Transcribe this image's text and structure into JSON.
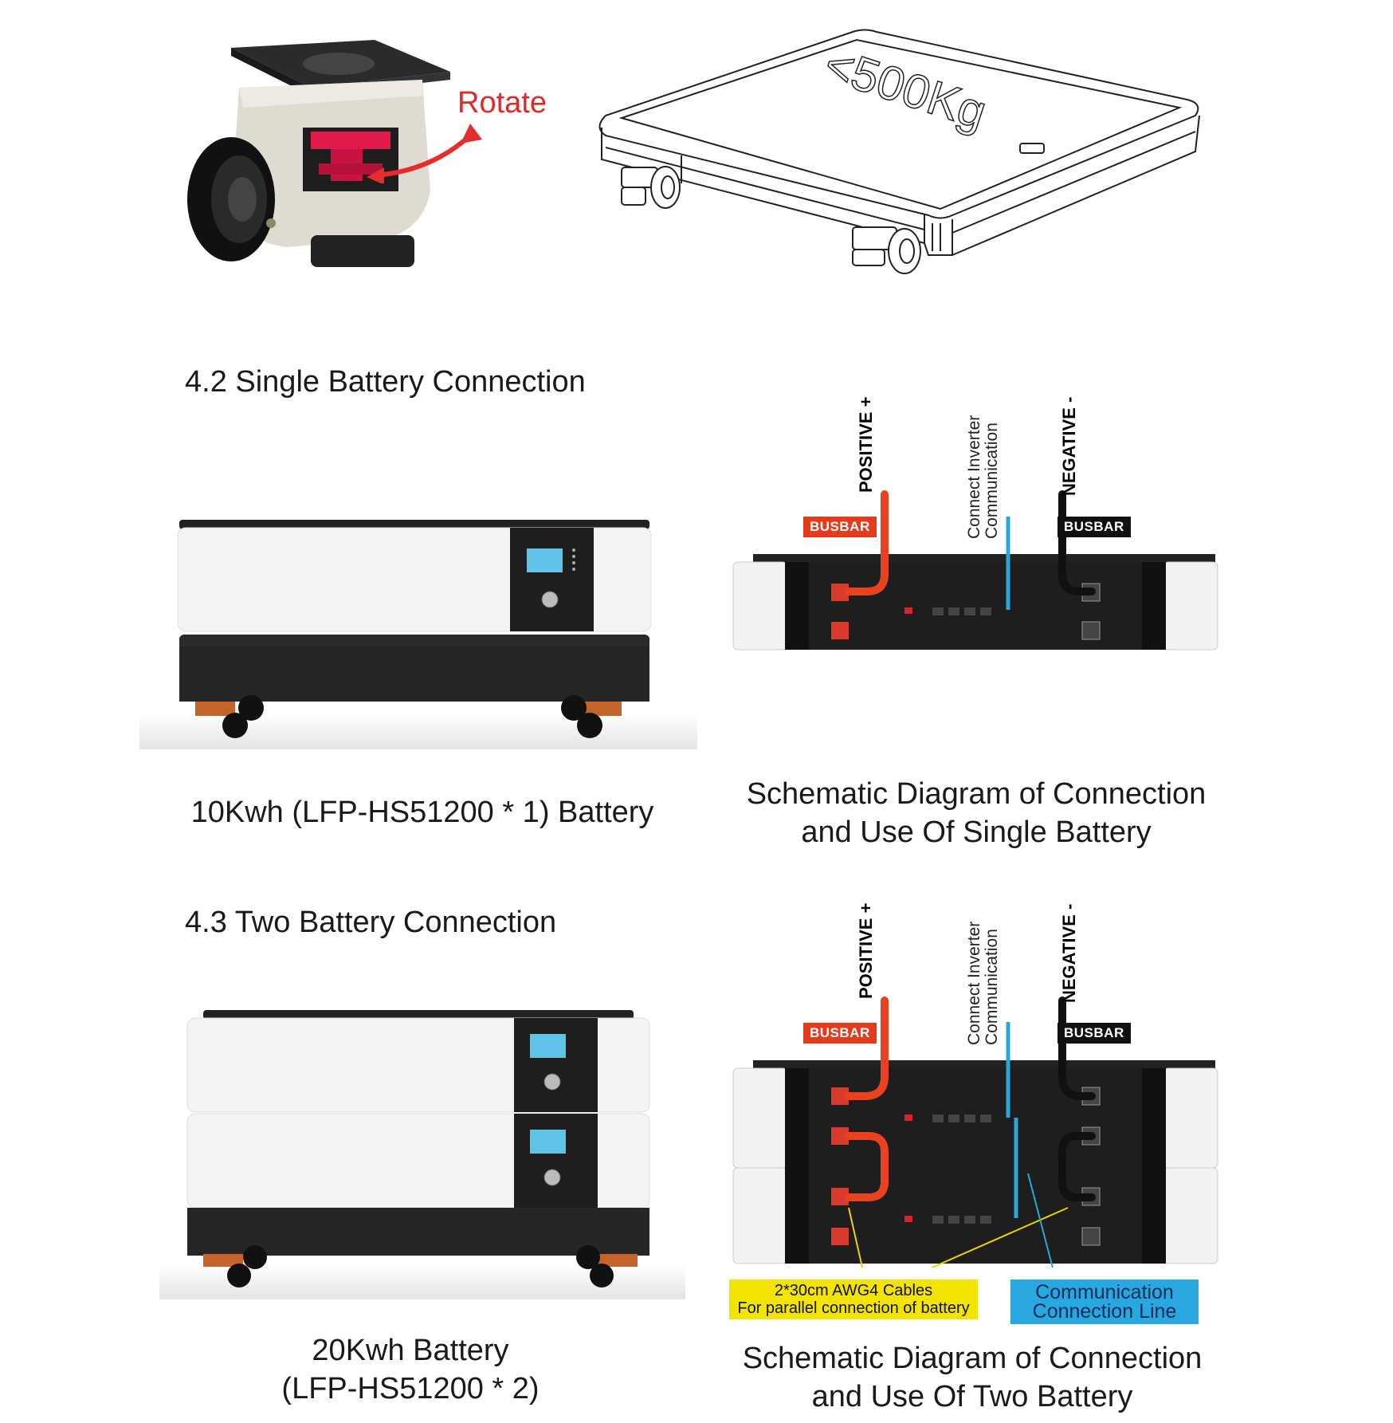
{
  "top": {
    "rotate_label": "Rotate",
    "weight_label": "<500Kg"
  },
  "section_single": {
    "heading": "4.2 Single Battery Connection",
    "battery_caption": "10Kwh (LFP-HS51200 * 1) Battery",
    "schematic_caption_line1": "Schematic Diagram of Connection",
    "schematic_caption_line2": "and Use Of Single Battery"
  },
  "section_two": {
    "heading": "4.3 Two Battery Connection",
    "battery_caption_line1": "20Kwh Battery",
    "battery_caption_line2": "(LFP-HS51200 * 2)",
    "schematic_caption_line1": "Schematic Diagram of Connection",
    "schematic_caption_line2": "and Use Of Two Battery",
    "cables_label_line1": "2*30cm AWG4 Cables",
    "cables_label_line2": "For parallel connection of battery",
    "comm_label_line1": "Communication",
    "comm_label_line2": "Connection Line"
  },
  "schematic_labels": {
    "positive": "POSITIVE +",
    "negative": "NEGATIVE -",
    "busbar": "BUSBAR",
    "comm_line1": "Connect Inverter",
    "comm_line2": "Communication"
  },
  "colors": {
    "positive_cable": "#e8431e",
    "negative_cable": "#111111",
    "comm_cable": "#2aa6dc",
    "busbar_red": "#e33b1b",
    "busbar_black": "#111111",
    "yellow_label": "#f2e300",
    "blue_label": "#29a8e0",
    "lcd": "#5fc4e8"
  }
}
